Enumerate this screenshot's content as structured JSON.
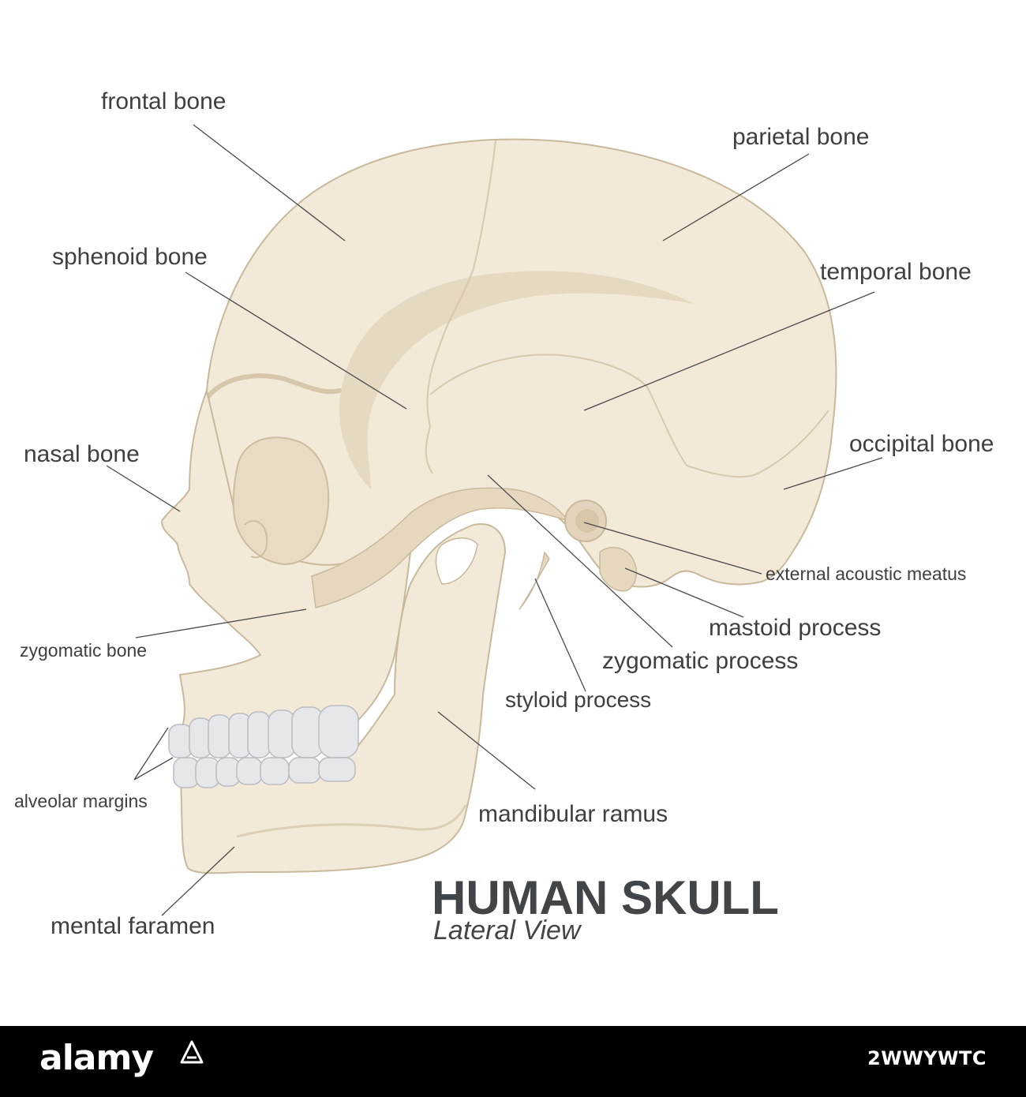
{
  "labels": {
    "frontal": "frontal bone",
    "parietal": "parietal bone",
    "sphenoid": "sphenoid bone",
    "temporal": "temporal bone",
    "nasal": "nasal bone",
    "occipital": "occipital bone",
    "external_acoustic": "external acoustic meatus",
    "mastoid": "mastoid process",
    "zygomatic_bone": "zygomatic bone",
    "zygomatic_process": "zygomatic process",
    "styloid": "styloid process",
    "alveolar": "alveolar margins",
    "mandibular": "mandibular ramus",
    "mental": "mental faramen"
  },
  "title": "HUMAN SKULL",
  "subtitle": "Lateral View",
  "footer": {
    "brand": "alamy",
    "image_id": "2WWYWTC"
  },
  "colors": {
    "bone": "#f2e9d8",
    "bone_shadow": "#e3d5bd",
    "bone_outline": "#c9b99c",
    "teeth": "#e6e7ea",
    "label_text": "#3f3f3f",
    "title_text": "#414547",
    "footer_bg": "#000000"
  }
}
